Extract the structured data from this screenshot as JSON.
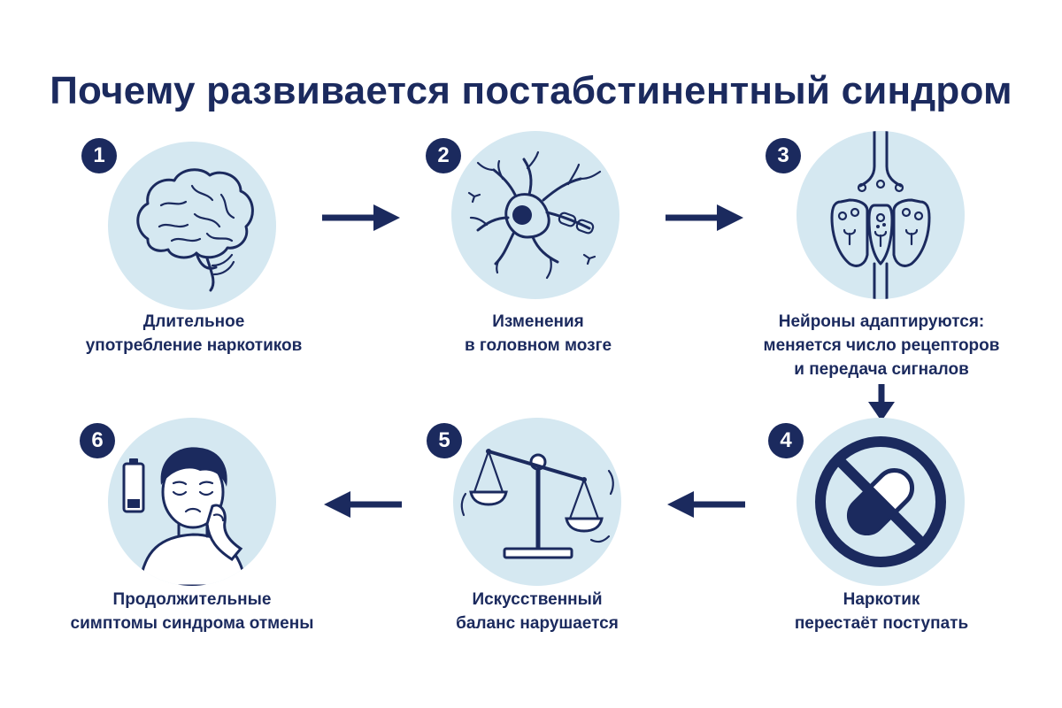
{
  "title": "Почему развивается постабстинентный синдром",
  "steps": [
    {
      "number": "1",
      "lines": [
        "Длительное",
        "употребление наркотиков"
      ],
      "icon": "brain-icon"
    },
    {
      "number": "2",
      "lines": [
        "Изменения",
        "в головном мозге"
      ],
      "icon": "neuron-icon"
    },
    {
      "number": "3",
      "lines": [
        "Нейроны адаптируются:",
        "меняется число рецепторов",
        "и передача сигналов"
      ],
      "icon": "synapse-receptors-icon"
    },
    {
      "number": "4",
      "lines": [
        "Наркотик",
        "перестаёт поступать"
      ],
      "icon": "no-pill-icon"
    },
    {
      "number": "5",
      "lines": [
        "Искусственный",
        "баланс нарушается"
      ],
      "icon": "unbalanced-scale-icon"
    },
    {
      "number": "6",
      "lines": [
        "Продолжительные",
        "симптомы синдрома отмены"
      ],
      "icon": "tired-person-low-battery-icon"
    }
  ],
  "colors": {
    "ink": "#1b2a5e",
    "circle_bg": "#d5e8f1",
    "background": "#ffffff"
  }
}
